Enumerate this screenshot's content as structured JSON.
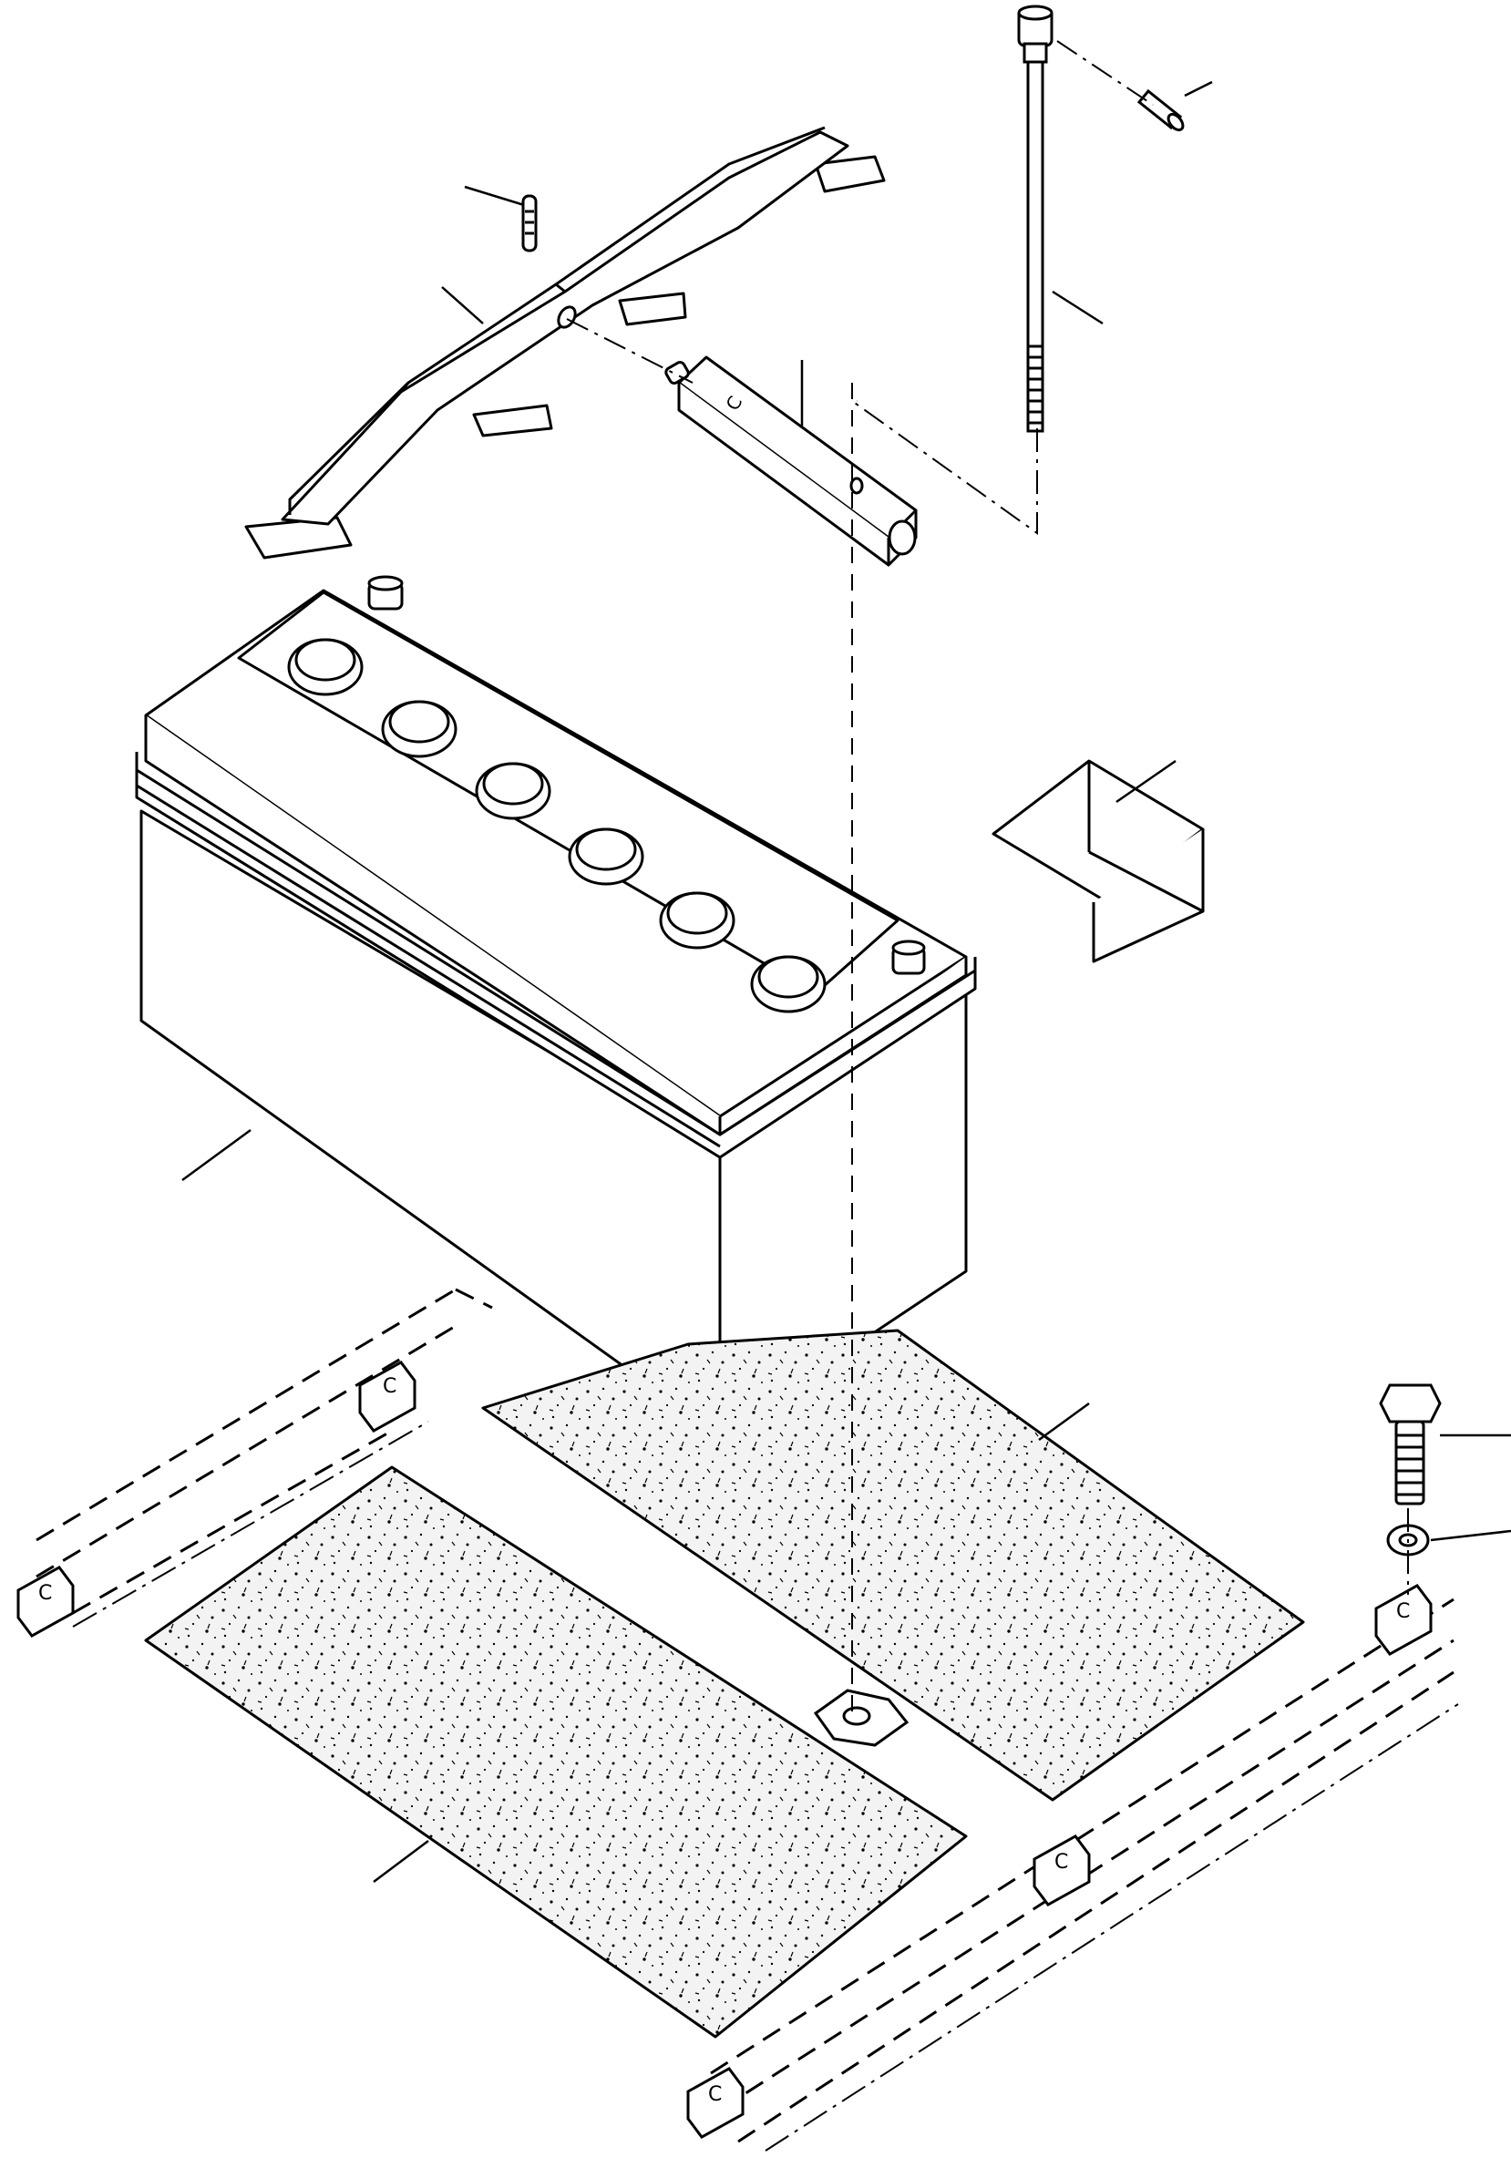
{
  "diagram": {
    "kind": "exploded-parts-drawing",
    "subject": "battery-mounting-assembly",
    "ink_color": "#000000",
    "paper_color": "#ffffff",
    "pad_fill": "#f1f1f1",
    "frame_marker": "C"
  }
}
